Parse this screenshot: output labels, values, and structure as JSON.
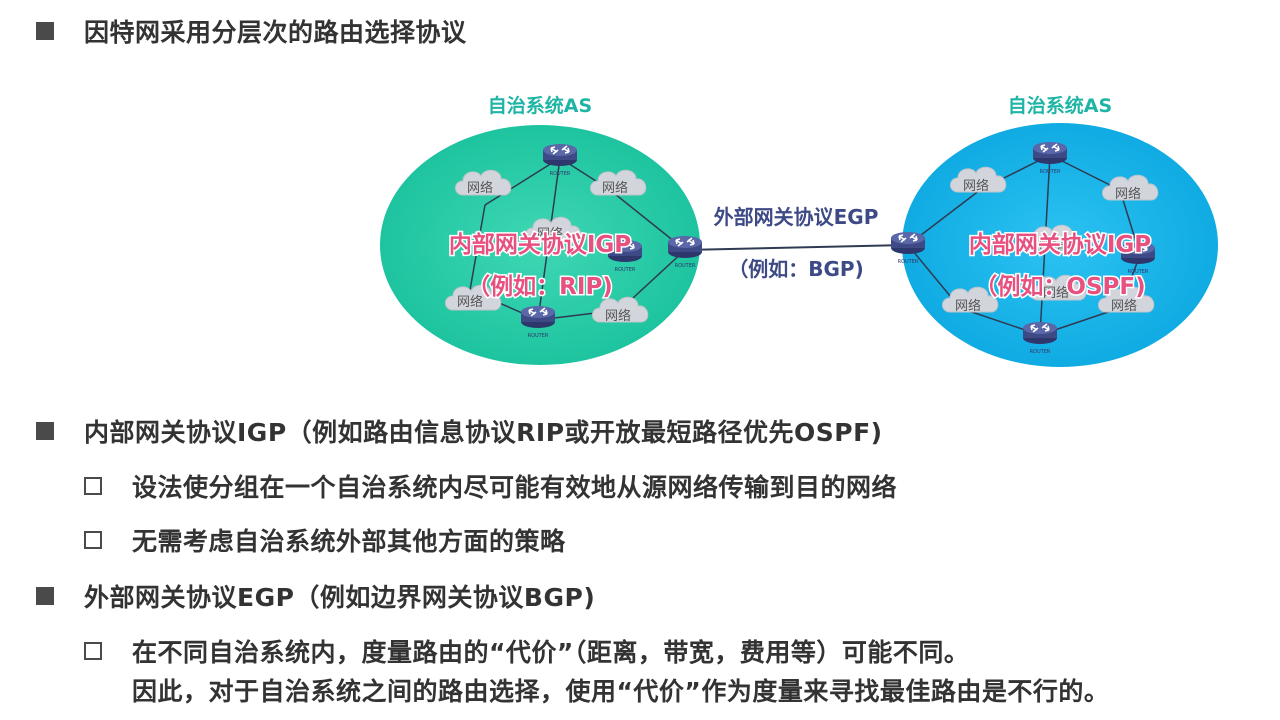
{
  "heading": "因特网采用分层次的路由选择协议",
  "diagram": {
    "left_as": {
      "title": "自治系统AS",
      "protocol": "内部网关协议IGP",
      "example": "（例如：RIP)",
      "clouds": [
        "网络",
        "网络",
        "网络",
        "网络",
        "网络"
      ],
      "fill": "#1ec9a4"
    },
    "right_as": {
      "title": "自治系统AS",
      "protocol": "内部网关协议IGP",
      "example": "（例如：OSPF)",
      "clouds": [
        "网络",
        "网络",
        "网络",
        "网络",
        "网络",
        "网络"
      ],
      "fill": "#13b1ea"
    },
    "link": {
      "protocol": "外部网关协议EGP",
      "example": "（例如：BGP)"
    },
    "router_label": "ROUTER",
    "colors": {
      "title": "#1fb5a6",
      "igp_text": "#e8507f",
      "router": "#3e4a86"
    }
  },
  "sections": [
    {
      "text": "内部网关协议IGP（例如路由信息协议RIP或开放最短路径优先OSPF)",
      "items": [
        "设法使分组在一个自治系统内尽可能有效地从源网络传输到目的网络",
        "无需考虑自治系统外部其他方面的策略"
      ]
    },
    {
      "text": "外部网关协议EGP（例如边界网关协议BGP)",
      "items": [
        "在不同自治系统内，度量路由的“代价”（距离，带宽，费用等）可能不同。"
      ],
      "continuation": "因此，对于自治系统之间的路由选择，使用“代价”作为度量来寻找最佳路由是不行的。"
    }
  ]
}
